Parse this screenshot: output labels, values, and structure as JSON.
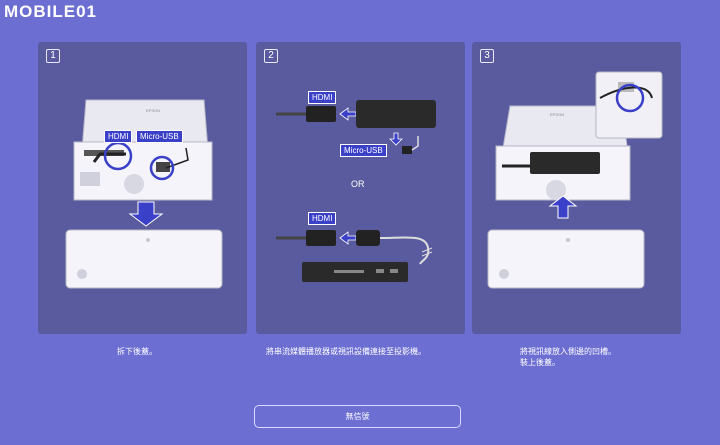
{
  "watermark": "MOBILE01",
  "steps": [
    {
      "number": "1",
      "labels": [
        "HDMI",
        "Micro-USB"
      ],
      "caption": "拆下後蓋。"
    },
    {
      "number": "2",
      "labels": [
        "HDMI",
        "Micro-USB",
        "HDMI"
      ],
      "or_text": "OR",
      "caption": "將串流媒體播放器或視訊設備連接至投影機。"
    },
    {
      "number": "3",
      "caption_line1": "將視訊線放入側邊的凹槽。",
      "caption_line2": "裝上後蓋。"
    }
  ],
  "button": {
    "label": "無信號"
  },
  "colors": {
    "background": "#6d6ed2",
    "panel": "#5a5b9e",
    "label_bg": "#3b40c9",
    "accent_circle": "#3b40c9"
  }
}
